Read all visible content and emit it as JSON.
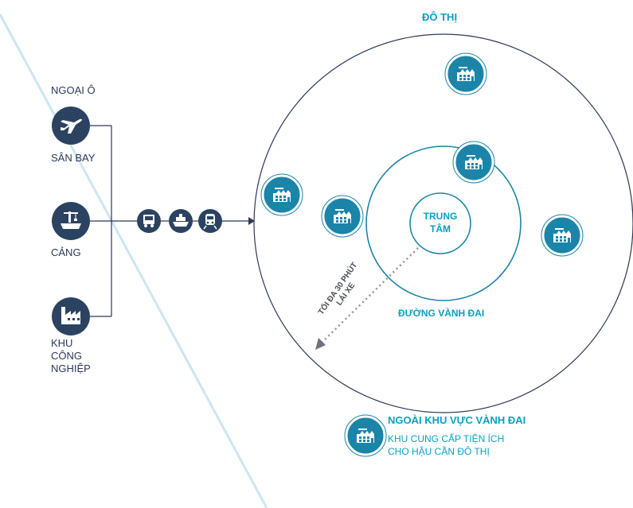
{
  "title": "ĐÔ THỊ",
  "suburb_label": "NGOẠI Ô",
  "suburb_items": [
    {
      "label": "SÂN BAY",
      "icon": "airplane-icon"
    },
    {
      "label": "CẢNG",
      "icon": "port-crane-icon"
    },
    {
      "label_lines": [
        "KHU",
        "CÔNG",
        "NGHIỆP"
      ],
      "icon": "factory-icon"
    }
  ],
  "transport_icons": [
    "truck-icon",
    "ship-icon",
    "train-icon"
  ],
  "center_label": [
    "TRUNG",
    "TÂM"
  ],
  "ring_road_label": "ĐƯỜNG VÀNH ĐAI",
  "drive_time_label": [
    "TỐI ĐA 30 PHÚT",
    "LÁI XE"
  ],
  "outer_zone": {
    "title": "NGOÀI KHU VỰC VÀNH ĐAI",
    "desc_lines": [
      "KHU CUNG CẤP TIỆN ÍCH",
      "CHO HẬU CẦN ĐÔ THỊ"
    ]
  },
  "colors": {
    "navy": "#2b4361",
    "teal": "#0aa0c2",
    "teal_dark": "#1b84a9",
    "diagonal": "#cde6f2",
    "line": "#2b3a55",
    "arrow": "#8f949a"
  }
}
